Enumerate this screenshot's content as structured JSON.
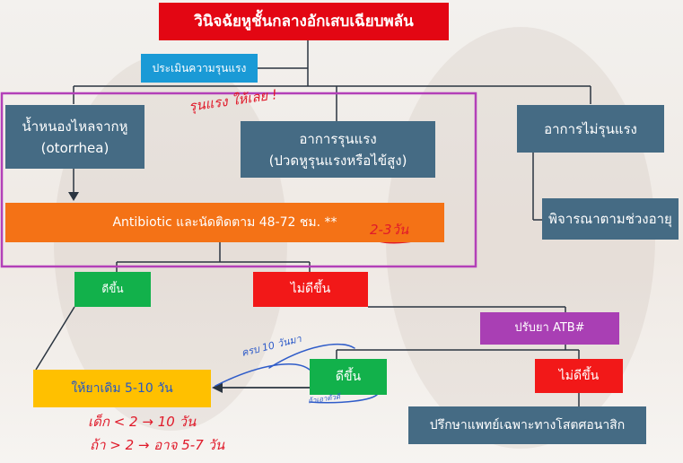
{
  "title": "วินิจฉัยหูชั้นกลางอักเสบเฉียบพลัน",
  "assess": "ประเมินความรุนแรง",
  "otorrhea_line1": "น้ำหนองไหลจากหู",
  "otorrhea_line2": "(otorrhea)",
  "severe_line1": "อาการรุนแรง",
  "severe_line2": "(ปวดหูรุนแรงหรือไข้สูง)",
  "mild": "อาการไม่รุนแรง",
  "age_based": "พิจารณาตามช่วงอายุ",
  "antibiotic": "Antibiotic และนัดติดตาม 48-72 ชม. **",
  "improved_1": "ดีขึ้น",
  "not_improved_1": "ไม่ดีขึ้น",
  "adjust": "ปรับยา ATB#",
  "improved_2": "ดีขึ้น",
  "not_improved_2": "ไม่ดีขึ้น",
  "continue_drug": "ให้ยาเดิม 5-10 วัน",
  "consult": "ปรึกษาแพทย์เฉพาะทางโสตศอนาสิก",
  "annotations": {
    "severe_note": "รุนแรง ให้เลย !",
    "days_note": "2-3วัน",
    "full_note": "ครบ 10 วันมา",
    "note_small": "ถ้าเอาตัวดี",
    "child_lt2": "เด็ก < 2 → 10 วัน",
    "child_gt2": "ถ้า > 2 → อาจ 5-7 วัน"
  },
  "colors": {
    "title_bg": "#e30613",
    "assess_bg": "#1a9ad6",
    "slate_bg": "#456b84",
    "antibiotic_bg": "#f47216",
    "improved_bg": "#12b14b",
    "not_improved_bg": "#f21818",
    "adjust_bg": "#a93fb4",
    "continue_bg": "#ffc000",
    "frame": "#b340b8",
    "ink_red": "#e01a2a",
    "ink_blue": "#2f5cc9"
  }
}
